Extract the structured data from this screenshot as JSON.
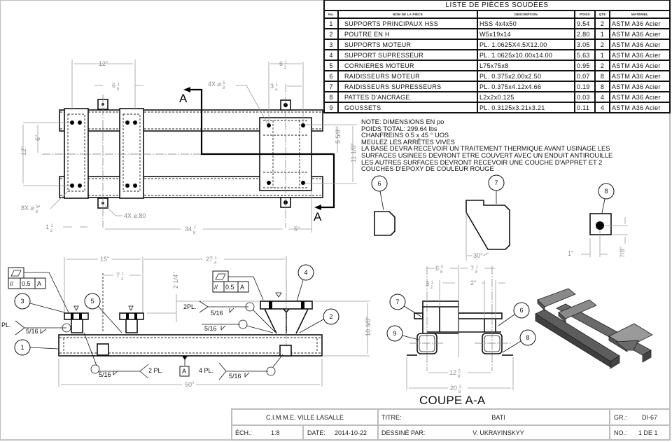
{
  "parts_list": {
    "title": "LISTE DE PIÈCES SOUDÉES",
    "headers": [
      "No.",
      "NOM DE LA PIÈCE",
      "DESCRIPTION",
      "POIDS",
      "QTÉ",
      "MATÉRIEL"
    ],
    "rows": [
      {
        "no": "1",
        "name": "SUPPORTS PRINCIPAUX HSS",
        "description": "HSS 4x4x50",
        "weight": "9.54",
        "qty": "2",
        "material": "ASTM A36 Acier"
      },
      {
        "no": "2",
        "name": "POUTRE EN H",
        "description": "W5x19x14",
        "weight": "2.80",
        "qty": "1",
        "material": "ASTM A36 Acier"
      },
      {
        "no": "3",
        "name": "SUPPORTS MOTEUR",
        "description": "PL. 1.0625X4.5X12.00",
        "weight": "3.05",
        "qty": "2",
        "material": "ASTM A36 Acier"
      },
      {
        "no": "4",
        "name": "SUPPORT SUPRESSEUR",
        "description": "PL.  1.0625x10.00x14.00",
        "weight": "5.63",
        "qty": "1",
        "material": "ASTM A36 Acier"
      },
      {
        "no": "5",
        "name": "CORNIERES MOTEUR",
        "description": "L75x75x8",
        "weight": "0.95",
        "qty": "2",
        "material": "ASTM A36 Acier"
      },
      {
        "no": "6",
        "name": "RAIDISSEURS MOTEUR",
        "description": "PL. 0.375x2.00x2.50",
        "weight": "0.07",
        "qty": "8",
        "material": "ASTM A36 Acier"
      },
      {
        "no": "7",
        "name": "RAIDISSEURS SUPRESSEURS",
        "description": "PL. 0.375x4.12x4.66",
        "weight": "0.19",
        "qty": "8",
        "material": "ASTM A36 Acier"
      },
      {
        "no": "8",
        "name": "PATTES D'ANCRAGE",
        "description": "L2x2x0.125",
        "weight": "0.03",
        "qty": "4",
        "material": "ASTM A36 Acier"
      },
      {
        "no": "9",
        "name": "GOUSSETS",
        "description": "PL. 0.3125x3.21x3.21",
        "weight": "0.11",
        "qty": "4",
        "material": "ASTM A36 Acier"
      }
    ]
  },
  "notes": [
    "NOTE: DIMENSIONS EN po",
    "POIDS TOTAL: 299.64 lbs",
    "CHANFREINS 0.5 x 45 ° UOS",
    "MEULEZ LES ARRÊTES VIVES",
    "LA BASE DEVRA RECEVOIR UN TRAITEMENT THERMIQUE AVANT USINAGE LES",
    "SURFACES USINEES DEVRONT ETRE COUVERT AVEC UN ENDUIT ANTIROUILLE",
    "LES AUTRES SURFACES DEVRONT RECEVOIR UNE COUCHE D'APPRET ET 2",
    "COUCHES D'EPOXY DE COULEUR ROUGE"
  ],
  "title_block": {
    "school": "C.I.M.M.E. VILLE  LASALLE",
    "title_label": "TITRE:",
    "title_value": "BATI",
    "group_label": "GR.:",
    "group_value": "DI-67",
    "scale_label": "ÉCH.:",
    "scale_value": "1:8",
    "date_label": "DATE:",
    "date_value": "2014-10-22",
    "drawn_by_label": "DESSINÉ PAR:",
    "drawn_by_value": "V. UKRAYINSKYY",
    "sheet_label": "NO.:",
    "sheet_value": "1 DE 1"
  },
  "section_view": {
    "label": "COUPE A-A",
    "cut_label": "A"
  },
  "top_view": {
    "dims": {
      "width_12": "12\"",
      "spacing_6_1_8": "6 1/8\"",
      "height_12": "12\"",
      "half_6": "6\"",
      "holes_8x": "8X ⌀ 5/8\"",
      "edge_1_1_2": "1 1/2\"",
      "anchor_holes": "4X ⌀.80",
      "offset_34_7_8": "34 7/8\"",
      "offset_5": "5\"",
      "holes_4x": "4X ⌀ 5/8\"",
      "plate_6_1_2": "6 1/2\"",
      "plate_3_1_4": "3 1/4\"",
      "plate_5_5_8": "5 5/8\"",
      "plate_11_1_8": "11 1/8\""
    }
  },
  "front_view": {
    "dims": {
      "d15": "15\"",
      "d7_1_2": "7 1/2\"",
      "d27_1_4": "27 1/4\"",
      "d2_1_4": "2 1/4\"",
      "d10_3_8": "10 3/8\"",
      "d50": "50\""
    },
    "tolerance": {
      "value": "0.5",
      "datum": "A"
    },
    "welds": {
      "size": "5/16",
      "pl": "PL.",
      "two_pl": "2 PL.",
      "two_pl_b": "2PL.",
      "four_pl": "4 PL."
    },
    "datum": "A"
  },
  "section_dims": {
    "d6_3_8": "6 3/8\"",
    "d7_1_8": "7 1/8\"",
    "d3_1_2": "3 1/2\"",
    "d2": "2\"",
    "d12_5_8": "12 5/8\"",
    "d20_3_8": "20 3/8\"",
    "angle": "30°"
  },
  "detail_dims": {
    "d1": "1\"",
    "d7_8": "7/8\""
  },
  "balloons": [
    "1",
    "2",
    "3",
    "4",
    "5",
    "6",
    "7",
    "8",
    "9"
  ]
}
